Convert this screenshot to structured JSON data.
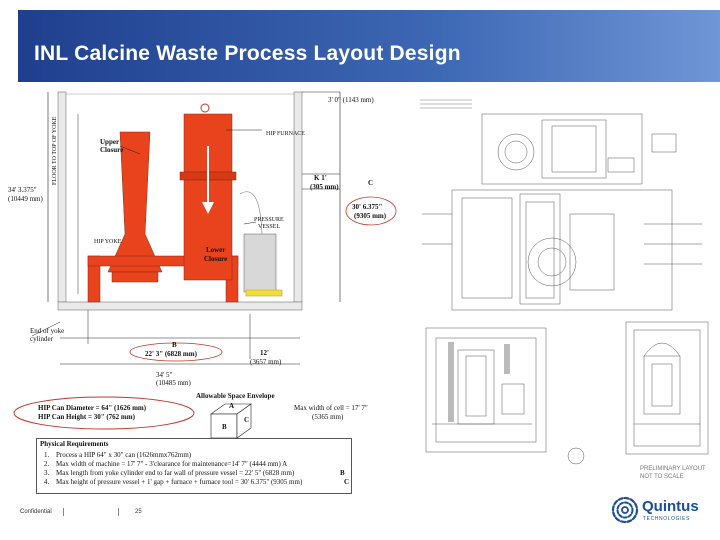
{
  "slide": {
    "title": "INL Calcine Waste Process Layout Design",
    "footer_left": "Confidential",
    "page_number": "25",
    "logo_text": "Quintus",
    "logo_tagline": "TECHNOLOGIES"
  },
  "drawing": {
    "dim_top": "3' 0\" (1143 mm)",
    "dim_left_a": "34' 3.375\"",
    "dim_left_b": "(10449 mm)",
    "floor_label": "FLOOR TO TOP OF YOKE",
    "upper_closure_a": "Upper",
    "upper_closure_b": "Closure",
    "hip_furnace": "HIP FURNACE",
    "dim_gap_a": "K 1'",
    "dim_gap_b": "(305 mm)",
    "c_label": "C",
    "c_dim_a": "30' 6.375\"",
    "c_dim_b": "(9305 mm)",
    "pressure_vessel_a": "PRESSURE",
    "pressure_vessel_b": "VESSEL",
    "hip_yoke": "HIP YOKE",
    "lower_closure_a": "Lower",
    "lower_closure_b": "Closure",
    "end_of_yoke_a": "End of yoke",
    "end_of_yoke_b": "cylinder",
    "b_label": "B",
    "b_dim": "22' 3\" (6828 mm)",
    "b2_dim_a": "12'",
    "b2_dim_b": "(3657 mm)",
    "width_dim_a": "34' 5\"",
    "width_dim_b": "(10485 mm)"
  },
  "notes": {
    "can_diameter": "HIP Can Diameter = 64\" (1626 mm)",
    "can_height": "HIP Can Height = 30\" (762 mm)",
    "allowable_title": "Allowable Space Envelope",
    "env_a": "A",
    "env_b": "B",
    "env_c": "C",
    "max_width_a": "Max width of cell = 17' 7\"",
    "max_width_b": "(5365 mm)"
  },
  "requirements": {
    "heading": "Physical Requirements",
    "items": [
      {
        "num": "1.",
        "text": "Process a HIP 64\" x 30\" can (1626mmx762mm)",
        "tag": ""
      },
      {
        "num": "2.",
        "text": "Max width of machine = 17' 7\" - 3'clearance for maintenance=14' 7\" (4444 mm) A",
        "tag": ""
      },
      {
        "num": "3.",
        "text": "Max length from yoke cylinder end to far wall of pressure vessel = 22' 5\" (6828 mm)",
        "tag": "B"
      },
      {
        "num": "4.",
        "text": "Max height of pressure vessel + 1' gap + furnace + furnace tool = 30' 6.375\" (9305 mm)",
        "tag": "C"
      }
    ]
  },
  "right_drawing": {
    "stamp_a": "PRELIMINARY LAYOUT",
    "stamp_b": "NOT TO SCALE"
  },
  "colors": {
    "header_dark": "#1f3f8e",
    "header_light": "#6f96d6",
    "machine_orange": "#e8431c",
    "dimension_red": "#c0392b",
    "logo_blue": "#1b4f9a"
  }
}
